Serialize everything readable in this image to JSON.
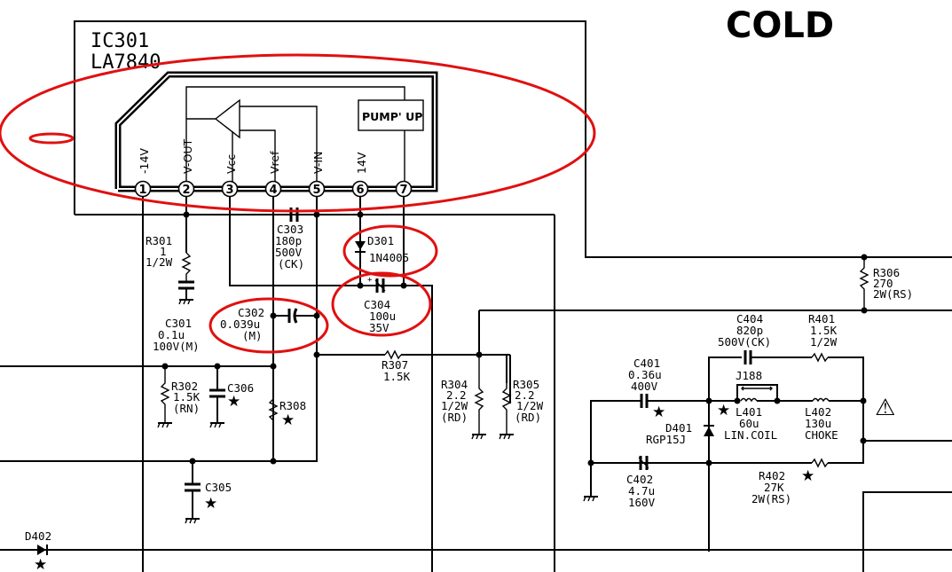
{
  "header": {
    "title": "COLD"
  },
  "ic": {
    "ref": "IC301",
    "part": "LA7840",
    "block": "PUMP' UP",
    "pins": [
      {
        "num": "1",
        "name": "-14V"
      },
      {
        "num": "2",
        "name": "V-OUT"
      },
      {
        "num": "3",
        "name": "Vcc"
      },
      {
        "num": "4",
        "name": "Vref"
      },
      {
        "num": "5",
        "name": "V-IN"
      },
      {
        "num": "6",
        "name": "14V"
      },
      {
        "num": "7",
        "name": ""
      }
    ]
  },
  "components": {
    "R301": {
      "ref": "R301",
      "l1": "1",
      "l2": "1/2W"
    },
    "C301": {
      "ref": "C301",
      "l1": "0.1u",
      "l2": "100V(M)"
    },
    "C302": {
      "ref": "C302",
      "l1": "0.039u",
      "l2": "(M)"
    },
    "C303": {
      "ref": "C303",
      "l1": "180p",
      "l2": "500V",
      "l3": "(CK)"
    },
    "D301": {
      "ref": "D301",
      "l1": "1N4005"
    },
    "C304": {
      "ref": "C304",
      "l1": "100u",
      "l2": "35V"
    },
    "R302": {
      "ref": "R302",
      "l1": "1.5K",
      "l2": "(RN)"
    },
    "C306": {
      "ref": "C306"
    },
    "R308": {
      "ref": "R308"
    },
    "C305": {
      "ref": "C305"
    },
    "R307": {
      "ref": "R307",
      "l1": "1.5K"
    },
    "R304": {
      "ref": "R304",
      "l1": "2.2",
      "l2": "1/2W",
      "l3": "(RD)"
    },
    "R305": {
      "ref": "R305",
      "l1": "2.2",
      "l2": "1/2W",
      "l3": "(RD)"
    },
    "R306": {
      "ref": "R306",
      "l1": "270",
      "l2": "2W(RS)"
    },
    "C404": {
      "ref": "C404",
      "l1": "820p",
      "l2": "500V(CK)"
    },
    "R401": {
      "ref": "R401",
      "l1": "1.5K",
      "l2": "1/2W"
    },
    "C401": {
      "ref": "C401",
      "l1": "0.36u",
      "l2": "400V"
    },
    "J188": {
      "ref": "J188"
    },
    "L401": {
      "ref": "L401",
      "l1": "60u",
      "l2": "LIN.COIL"
    },
    "L402": {
      "ref": "L402",
      "l1": "130u",
      "l2": "CHOKE"
    },
    "D401": {
      "ref": "D401",
      "l1": "RGP15J"
    },
    "C402": {
      "ref": "C402",
      "l1": "4.7u",
      "l2": "160V"
    },
    "R402": {
      "ref": "R402",
      "l1": "27K",
      "l2": "2W(RS)"
    },
    "D402": {
      "ref": "D402"
    }
  },
  "symbols": {
    "star": "★",
    "warning": "⚠"
  },
  "annotation_color": "#e01010"
}
